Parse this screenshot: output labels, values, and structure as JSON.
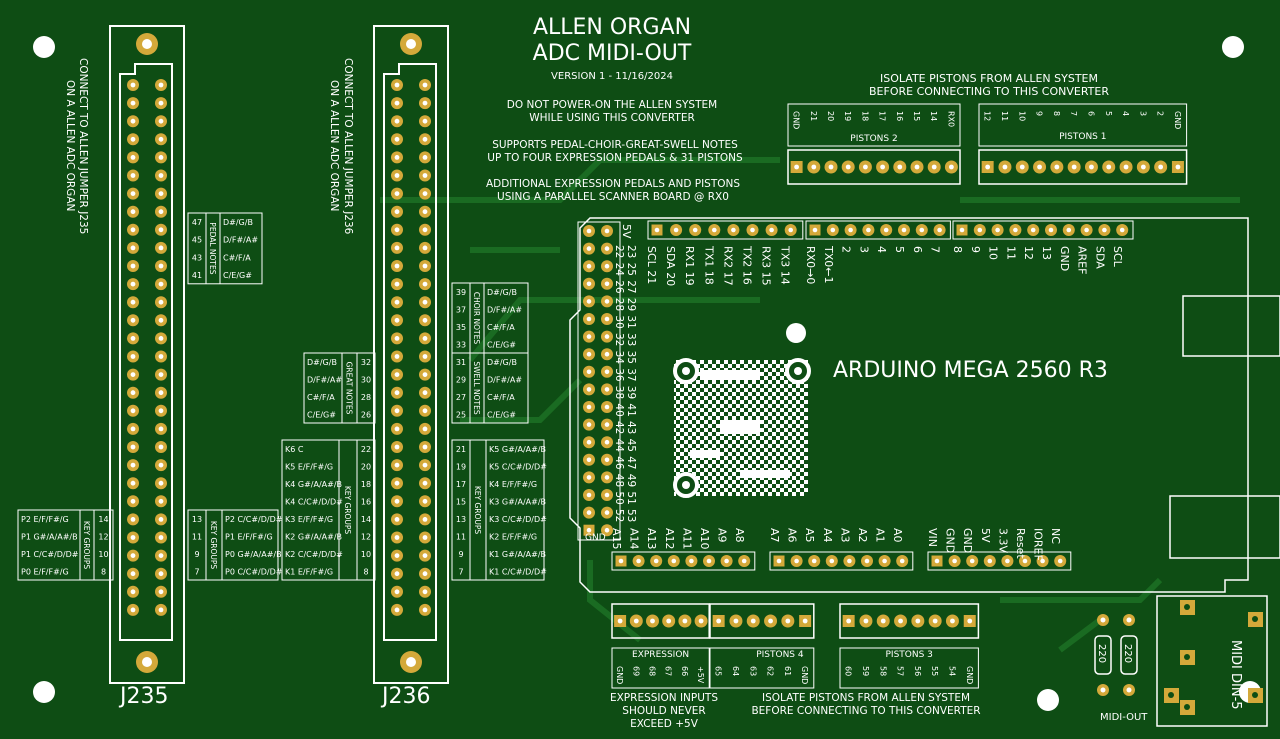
{
  "title": {
    "line1": "ALLEN ORGAN",
    "line2": "ADC MIDI-OUT",
    "version": "VERSION 1 - 11/16/2024"
  },
  "notes": {
    "warn1": "DO NOT POWER-ON THE ALLEN SYSTEM",
    "warn2": "WHILE USING THIS CONVERTER",
    "sup1": "SUPPORTS PEDAL-CHOIR-GREAT-SWELL NOTES",
    "sup2": "UP TO FOUR EXPRESSION PEDALS & 31 PISTONS",
    "add1": "ADDITIONAL EXPRESSION PEDALS AND PISTONS",
    "add2": "USING A PARALLEL SCANNER BOARD @ RX0",
    "iso1": "ISOLATE PISTONS FROM ALLEN SYSTEM",
    "iso2": "BEFORE CONNECTING TO THIS CONVERTER",
    "expr1": "EXPRESSION INPUTS",
    "expr2": "SHOULD NEVER",
    "expr3": "EXCEED +5V",
    "iso3": "ISOLATE PISTONS FROM ALLEN SYSTEM",
    "iso4": "BEFORE CONNECTING TO THIS CONVERTER"
  },
  "connectors": {
    "j235": {
      "label": "J235",
      "note1": "CONNECT TO ALLEN JUMPER J235",
      "note2": "ON A ALLEN ADC ORGAN"
    },
    "j236": {
      "label": "J236",
      "note1": "CONNECT TO ALLEN JUMPER J236",
      "note2": "ON A ALLEN ADC ORGAN"
    }
  },
  "groups": {
    "pedal": {
      "title": "PEDAL NOTES",
      "pins": [
        "47",
        "45",
        "43",
        "41"
      ],
      "labels": [
        "D#/G/B",
        "D/F#/A#",
        "C#/F/A",
        "C/E/G#"
      ]
    },
    "great": {
      "title": "GREAT NOTES",
      "pins": [
        "32",
        "30",
        "28",
        "26"
      ],
      "labels": [
        "D#/G/B",
        "D/F#/A#",
        "C#/F/A",
        "C/E/G#"
      ]
    },
    "choir": {
      "title": "CHOIR NOTES",
      "pins": [
        "39",
        "37",
        "35",
        "33"
      ],
      "labels": [
        "D#/G/B",
        "D/F#/A#",
        "C#/F/A",
        "C/E/G#"
      ]
    },
    "swell": {
      "title": "SWELL NOTES",
      "pins": [
        "31",
        "29",
        "27",
        "25"
      ],
      "labels": [
        "D#/G/B",
        "D/F#/A#",
        "C#/F/A",
        "C/E/G#"
      ]
    },
    "kg_left": {
      "title": "KEY GROUPS",
      "pins": [
        "14",
        "12",
        "10",
        "8"
      ],
      "labels": [
        "P2 E/F/F#/G",
        "P1 G#/A/A#/B",
        "P1 C/C#/D/D#",
        "P0 E/F/F#/G"
      ]
    },
    "kg_mid": {
      "title": "KEY GROUPS",
      "pins": [
        "13",
        "11",
        "9",
        "7"
      ],
      "labels": [
        "P2 C/C#/D/D#",
        "P1 E/F/F#/G",
        "P0 G#/A/A#/B",
        "P0 C/C#/D/D#"
      ]
    },
    "kg_j236l": {
      "title": "KEY GROUPS",
      "pins": [
        "22",
        "20",
        "18",
        "16",
        "14",
        "12",
        "10",
        "8"
      ],
      "labels": [
        "K6 C",
        "K5 E/F/F#/G",
        "K4 G#/A/A#/B",
        "K4 C/C#/D/D#",
        "K3 E/F/F#/G",
        "K2 G#/A/A#/B",
        "K2 C/C#/D/D#",
        "K1 E/F/F#/G"
      ]
    },
    "kg_j236r": {
      "title": "KEY GROUPS",
      "pins": [
        "21",
        "19",
        "17",
        "15",
        "13",
        "11",
        "9",
        "7"
      ],
      "labels": [
        "K5 G#/A/A#/B",
        "K5 C/C#/D/D#",
        "K4 E/F/F#/G",
        "K3 G#/A/A#/B",
        "K3 C/C#/D/D#",
        "K2 E/F/F#/G",
        "K1 G#/A/A#/B",
        "K1 C/C#/D/D#"
      ]
    }
  },
  "pistons": {
    "p2": {
      "title": "PISTONS 2",
      "pins": [
        "GND",
        "21",
        "20",
        "19",
        "18",
        "17",
        "16",
        "15",
        "14",
        "RX0"
      ]
    },
    "p1": {
      "title": "PISTONS 1",
      "pins": [
        "12",
        "11",
        "10",
        "9",
        "8",
        "7",
        "6",
        "5",
        "4",
        "3",
        "2",
        "GND"
      ]
    },
    "expr": {
      "title": "EXPRESSION",
      "pins": [
        "GND",
        "69",
        "68",
        "67",
        "66",
        "+5V"
      ]
    },
    "p4": {
      "title": "PISTONS 4",
      "pins": [
        "65",
        "64",
        "63",
        "62",
        "61",
        "GND"
      ]
    },
    "p3": {
      "title": "PISTONS 3",
      "pins": [
        "60",
        "59",
        "58",
        "57",
        "56",
        "55",
        "54",
        "GND"
      ]
    }
  },
  "arduino": {
    "name": "ARDUINO MEGA 2560 R3",
    "top_a": [
      "SCL 21",
      "SDA 20",
      "RX1 19",
      "TX1 18",
      "RX2 17",
      "TX2 16",
      "RX3 15",
      "TX3 14"
    ],
    "top_b": [
      "RX0→0",
      "TX0←1",
      "2",
      "3",
      "4",
      "5",
      "6",
      "7"
    ],
    "top_c": [
      "8",
      "9",
      "10",
      "11",
      "12",
      "13",
      "GND",
      "AREF",
      "SDA",
      "SCL"
    ],
    "left_top": "5V",
    "left_bottom": "GND",
    "left_rows": [
      "22 23",
      "24 25",
      "26 27",
      "28 29",
      "30 31",
      "32 33",
      "34 35",
      "36 37",
      "38 39",
      "40 41",
      "42 43",
      "44 45",
      "46 47",
      "48 49",
      "50 51",
      "52 53"
    ],
    "bot_a": [
      "A15",
      "A14",
      "A13",
      "A12",
      "A11",
      "A10",
      "A9",
      "A8"
    ],
    "bot_b": [
      "A7",
      "A6",
      "A5",
      "A4",
      "A3",
      "A2",
      "A1",
      "A0"
    ],
    "bot_c": [
      "VIN",
      "GND",
      "GND",
      "5V",
      "3.3V",
      "Reset",
      "IOREF",
      "NC"
    ]
  },
  "midi": {
    "label": "MIDI DIN-5",
    "out": "MIDI-OUT",
    "r1": "220",
    "r2": "220"
  },
  "colors": {
    "board": "#0e4d14",
    "trace": "#1a6b22",
    "pad": "#d4a93a",
    "silk": "#ffffff"
  }
}
